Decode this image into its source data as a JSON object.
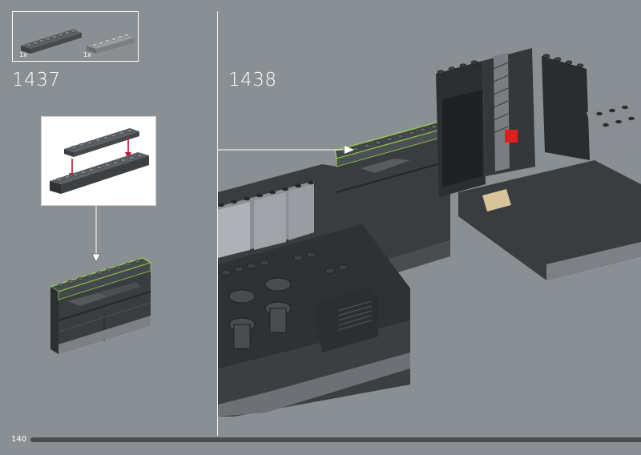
{
  "parts": [
    {
      "qty": "1x",
      "part": "plate-1x8-dark-grey"
    },
    {
      "qty": "1x",
      "part": "plate-1x6-grey"
    }
  ],
  "steps": [
    {
      "number": "1437"
    },
    {
      "number": "1438"
    }
  ],
  "page": {
    "number": "140"
  },
  "colors": {
    "background": "#8a8f93",
    "highlight": "#8fd14f",
    "arrow_red": "#c8102e",
    "brick_dark": "#3a3d40",
    "progress_track": "#4a4d50"
  }
}
